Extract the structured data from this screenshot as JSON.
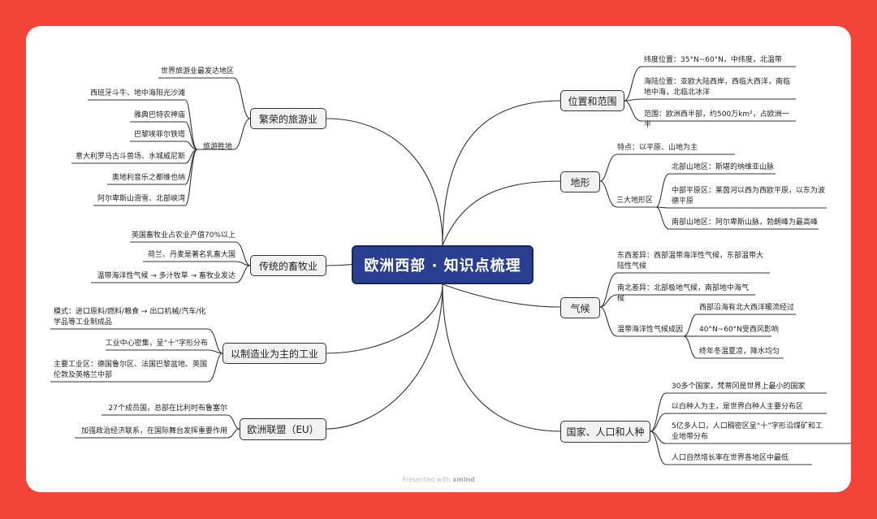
{
  "central": "欧洲西部 · 知识点梳理",
  "footer": {
    "prefix": "Presented with",
    "brand": "xmind"
  },
  "right": {
    "location": {
      "title": "位置和范围",
      "items": [
        "纬度位置：35°N~60°N，中纬度，北温带",
        "海陆位置：亚欧大陆西岸，西临大西洋，南临地中海，北临北冰洋",
        "范围：欧洲西半部，约500万km²，占欧洲一半"
      ]
    },
    "terrain": {
      "title": "地形",
      "feature": "特点：以平原、山地为主",
      "sub_label": "三大地形区",
      "sub_items": [
        "北部山地区：斯堪的纳维亚山脉",
        "中部平原区：莱茵河以西为西欧平原，以东为波德平原",
        "南部山地区：阿尔卑斯山脉，勃朗峰为最高峰"
      ]
    },
    "climate": {
      "title": "气候",
      "items": [
        "东西差异：西部温带海洋性气候，东部温带大陆性气候",
        "南北差异：北部极地气候，南部地中海气候"
      ],
      "sub_label": "温带海洋性气候成因",
      "sub_items": [
        "西部沿海有北大西洋暖流经过",
        "40°N~60°N受西风影响",
        "终年冬温夏凉，降水均匀"
      ]
    },
    "population": {
      "title": "国家、人口和人种",
      "items": [
        "30多个国家，梵蒂冈是世界上最小的国家",
        "以白种人为主，是世界白种人主要分布区",
        "5亿多人口，人口稠密区呈“十”字形沿煤矿和工业地带分布",
        "人口自然增长率在世界各地区中最低"
      ]
    }
  },
  "left": {
    "tourism": {
      "title": "繁荣的旅游业",
      "item0": "世界旅游业最发达地区",
      "sub_label": "旅游胜地",
      "sub_items": [
        "西班牙斗牛、地中海阳光沙滩",
        "雅典巴特农神庙",
        "巴黎埃菲尔铁塔",
        "意大利罗马古斗兽场、水城威尼斯",
        "奥地利音乐之都维也纳",
        "阿尔卑斯山滑雪、北部峡湾"
      ]
    },
    "livestock": {
      "title": "传统的畜牧业",
      "items": [
        "英国畜牧业占农业产值70%以上",
        "荷兰、丹麦是著名乳畜大国",
        "温带海洋性气候 → 多汁牧草 → 畜牧业发达"
      ]
    },
    "industry": {
      "title": "以制造业为主的工业",
      "items": [
        "模式：进口原料/燃料/粮食 → 出口机械/汽车/化学品等工业制成品",
        "工业中心密集，呈“十”字形分布",
        "主要工业区：德国鲁尔区、法国巴黎盆地、英国伦敦及英格兰中部"
      ]
    },
    "eu": {
      "title": "欧洲联盟（EU）",
      "items": [
        "27个成员国，总部在比利时布鲁塞尔",
        "加强政治经济联系，在国际舞台发挥重要作用"
      ]
    }
  }
}
